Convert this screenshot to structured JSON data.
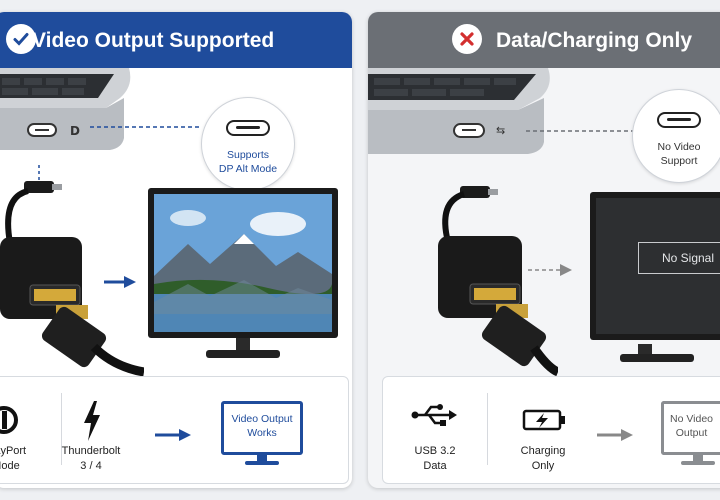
{
  "left_panel": {
    "title": "Video Output Supported",
    "status_icon": "check-icon",
    "callout_text_1": "Supports",
    "callout_text_2": "DP Alt Mode",
    "features": [
      {
        "icon": "displayport-icon",
        "line1": "DisplayPort",
        "line2": "Alt Mode"
      },
      {
        "icon": "thunderbolt-icon",
        "line1": "Thunderbolt",
        "line2": "3 / 4"
      }
    ],
    "result_line1": "Video Output",
    "result_line2": "Works",
    "colors": {
      "accent": "#1f4c9c"
    }
  },
  "right_panel": {
    "title": "Data/Charging Only",
    "status_icon": "x-icon",
    "callout_text_1": "No Video",
    "callout_text_2": "Support",
    "monitor_text": "No Signal",
    "features": [
      {
        "icon": "usb-icon",
        "line1": "USB 3.2",
        "line2": "Data"
      },
      {
        "icon": "charging-battery-icon",
        "line1": "Charging",
        "line2": "Only"
      }
    ],
    "result_line1": "No Video",
    "result_line2": "Output",
    "colors": {
      "accent": "#6b6f75",
      "error": "#d32f2f"
    }
  }
}
